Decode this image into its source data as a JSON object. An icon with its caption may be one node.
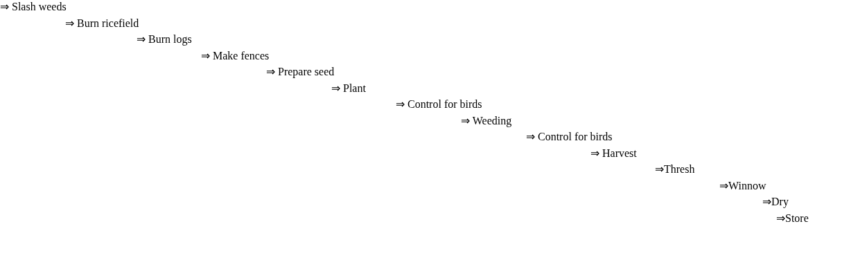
{
  "diagram": {
    "labels": [
      "⇒ Slash weeds",
      "⇒ Burn ricefield",
      "⇒ Burn logs",
      "⇒ Make fences",
      "⇒ Prepare seed",
      "⇒ Plant",
      "⇒ Control for birds",
      "⇒ Weeding",
      "⇒ Control for birds",
      "⇒ Harvest",
      "⇒Thresh",
      "⇒Winnow",
      "⇒Dry",
      "⇒Store"
    ]
  }
}
